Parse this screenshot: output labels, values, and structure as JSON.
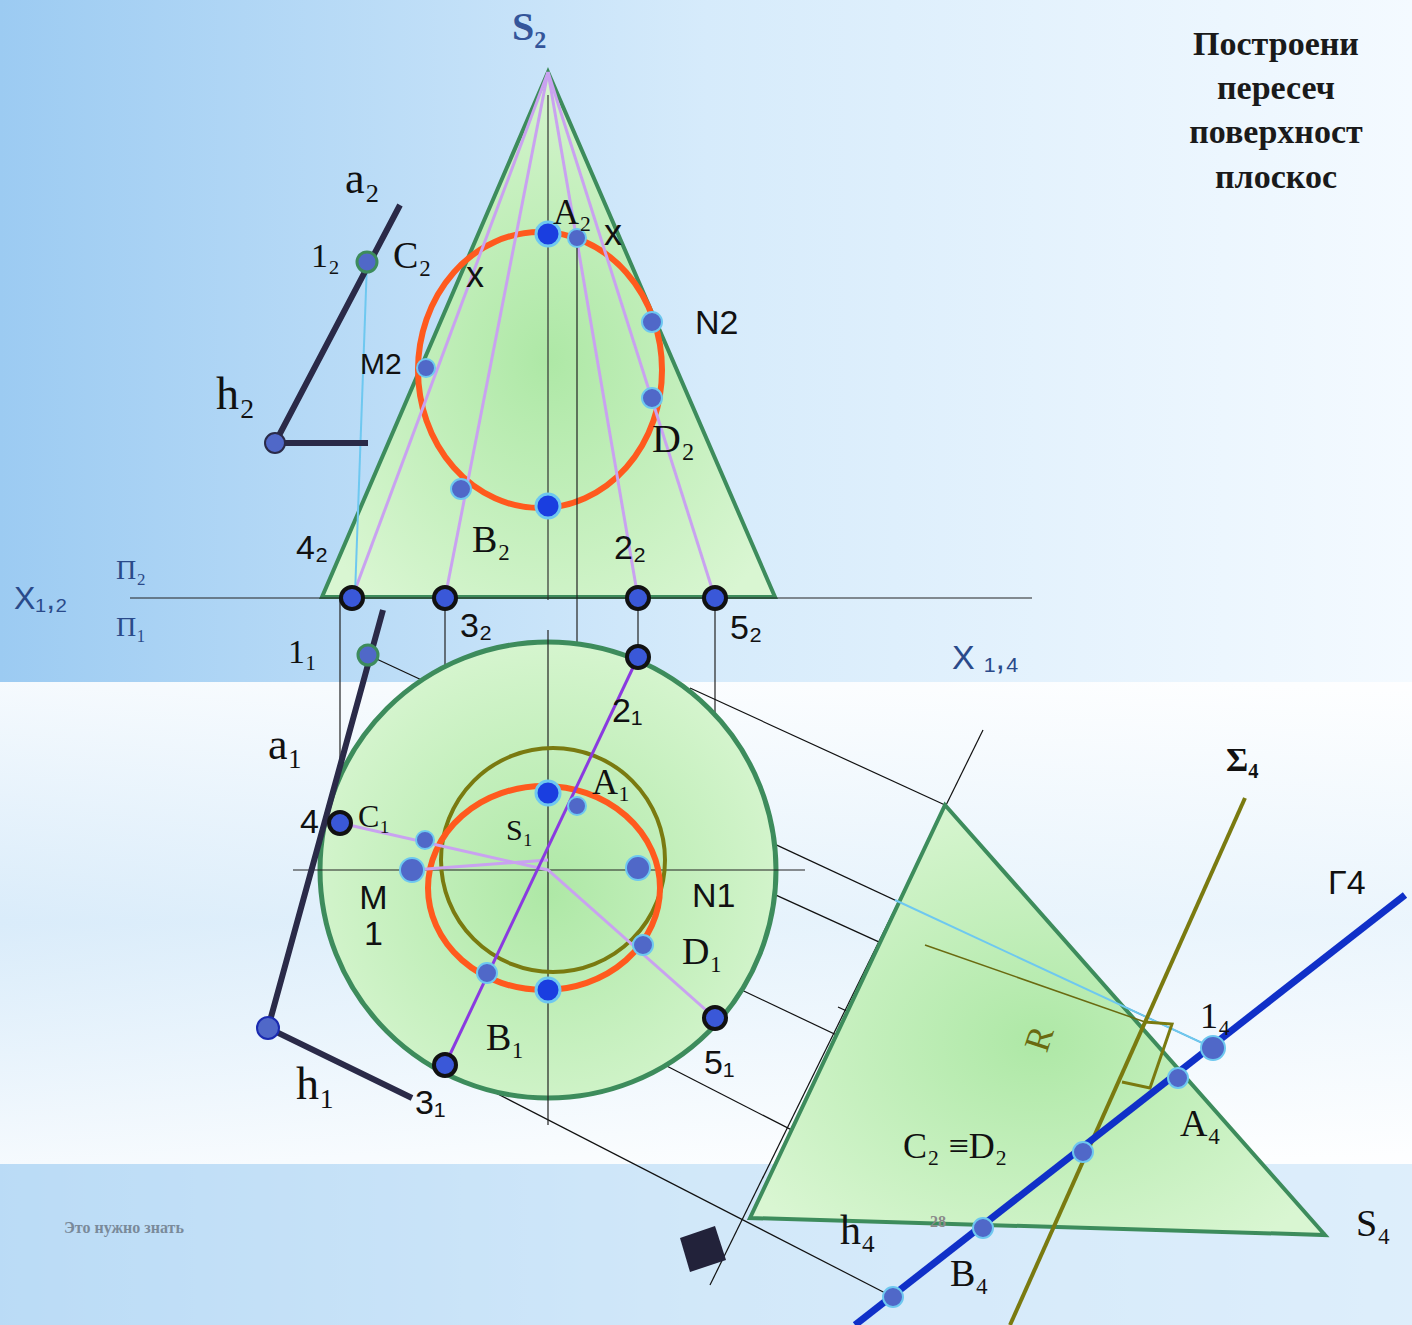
{
  "diagram": {
    "title": "Построени пересеч поверхност плоскос",
    "labels": [
      "S₂",
      "a₂",
      "A₂",
      "x",
      "1₂",
      "C₂",
      "x",
      "N2",
      "M2",
      "h₂",
      "D₂",
      "4₂",
      "B₂",
      "2₂",
      "X₁,₂",
      "Π₂",
      "Π₁",
      "3₂",
      "5₂",
      "1₁",
      "2₁",
      "X ₁,₄",
      "a₁",
      "Σ₄",
      "A₁",
      "4",
      "C₁",
      "S₁",
      "M 1",
      "N1",
      "Γ4",
      "D₁",
      "1₄",
      "R",
      "B₁",
      "5₁",
      "3₁",
      "A₄",
      "C₂ ≡D₂",
      "h₁",
      "h₄",
      "28",
      "B₄",
      "S₄",
      "Это нужно знать"
    ]
  }
}
